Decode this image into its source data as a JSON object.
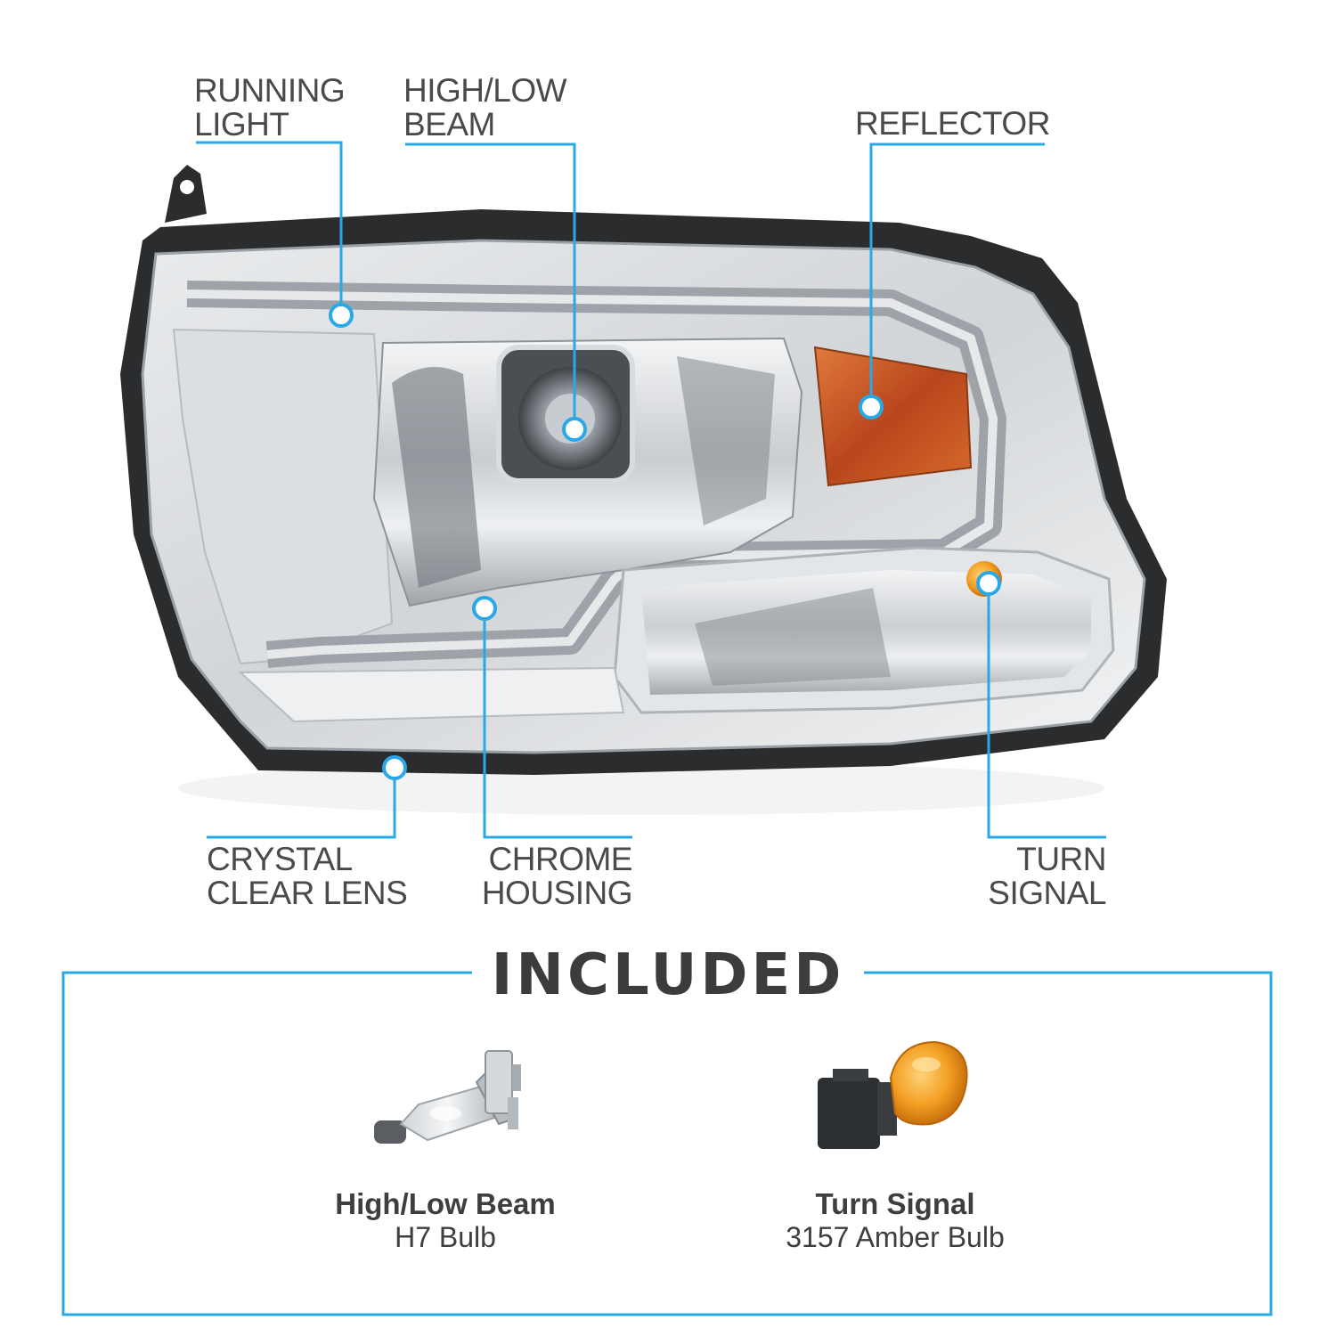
{
  "accent_color": "#29a8e8",
  "callouts": [
    {
      "id": "running-light",
      "lines": [
        "RUNNING",
        "LIGHT"
      ]
    },
    {
      "id": "high-low-beam",
      "lines": [
        "HIGH/LOW",
        "BEAM"
      ]
    },
    {
      "id": "reflector",
      "lines": [
        "REFLECTOR"
      ]
    },
    {
      "id": "crystal-clear-lens",
      "lines": [
        "CRYSTAL",
        "CLEAR LENS"
      ]
    },
    {
      "id": "chrome-housing",
      "lines": [
        "CHROME",
        "HOUSING"
      ]
    },
    {
      "id": "turn-signal",
      "lines": [
        "TURN",
        "SIGNAL"
      ]
    }
  ],
  "included": {
    "title": "INCLUDED",
    "items": [
      {
        "title": "High/Low Beam",
        "subtitle": "H7 Bulb",
        "icon": "h7-bulb-icon"
      },
      {
        "title": "Turn Signal",
        "subtitle": "3157 Amber Bulb",
        "icon": "amber-3157-bulb-icon"
      }
    ]
  }
}
